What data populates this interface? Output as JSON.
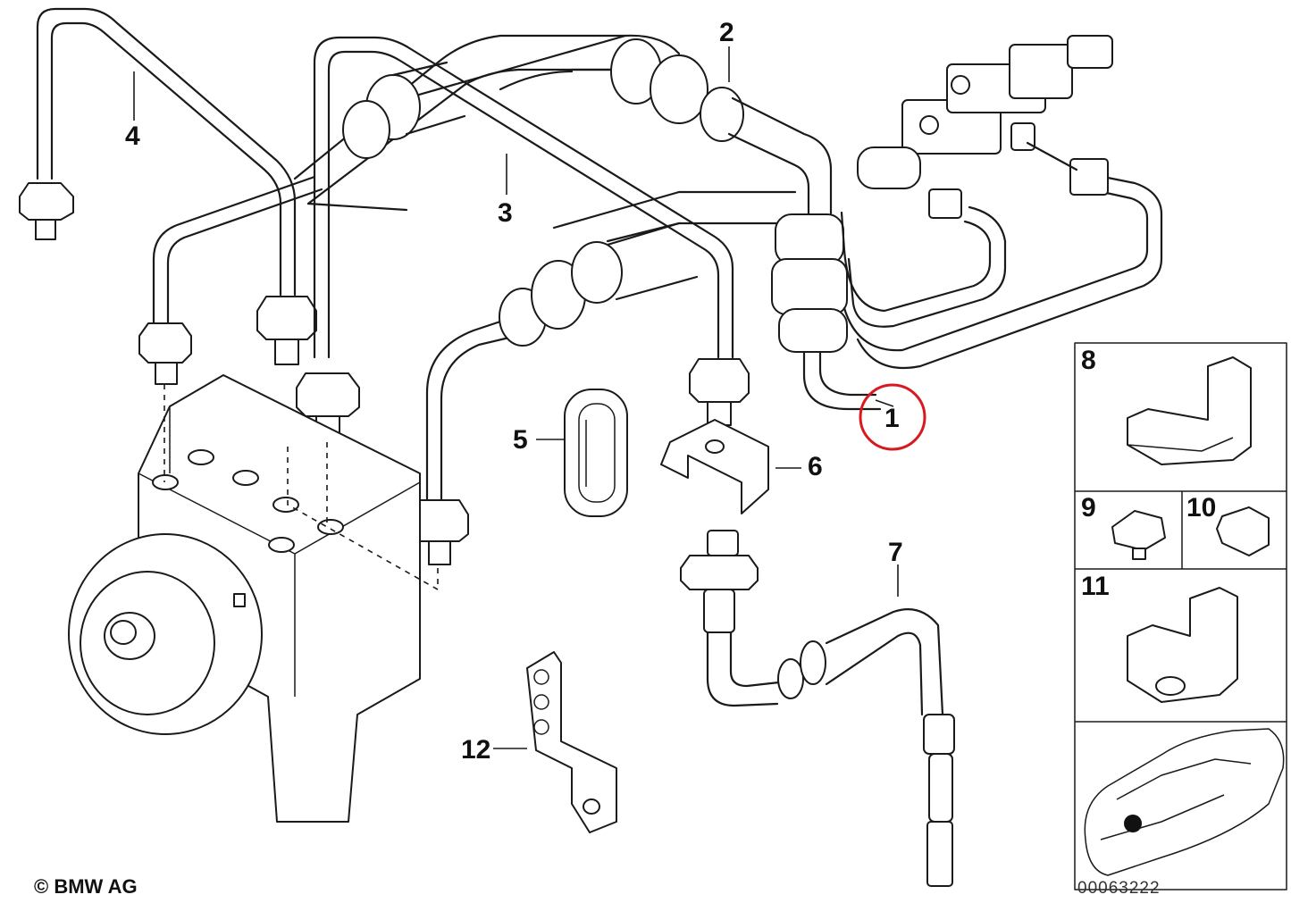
{
  "diagram": {
    "callouts": [
      {
        "label": "1"
      },
      {
        "label": "2"
      },
      {
        "label": "3"
      },
      {
        "label": "4"
      },
      {
        "label": "5"
      },
      {
        "label": "6"
      },
      {
        "label": "7"
      },
      {
        "label": "12"
      }
    ],
    "inset_callouts": [
      {
        "label": "8"
      },
      {
        "label": "9"
      },
      {
        "label": "10"
      },
      {
        "label": "11"
      }
    ],
    "highlight": {
      "target": "1",
      "color": "#d8191f"
    },
    "copyright": "© BMW AG",
    "reference_number": "00063222"
  }
}
